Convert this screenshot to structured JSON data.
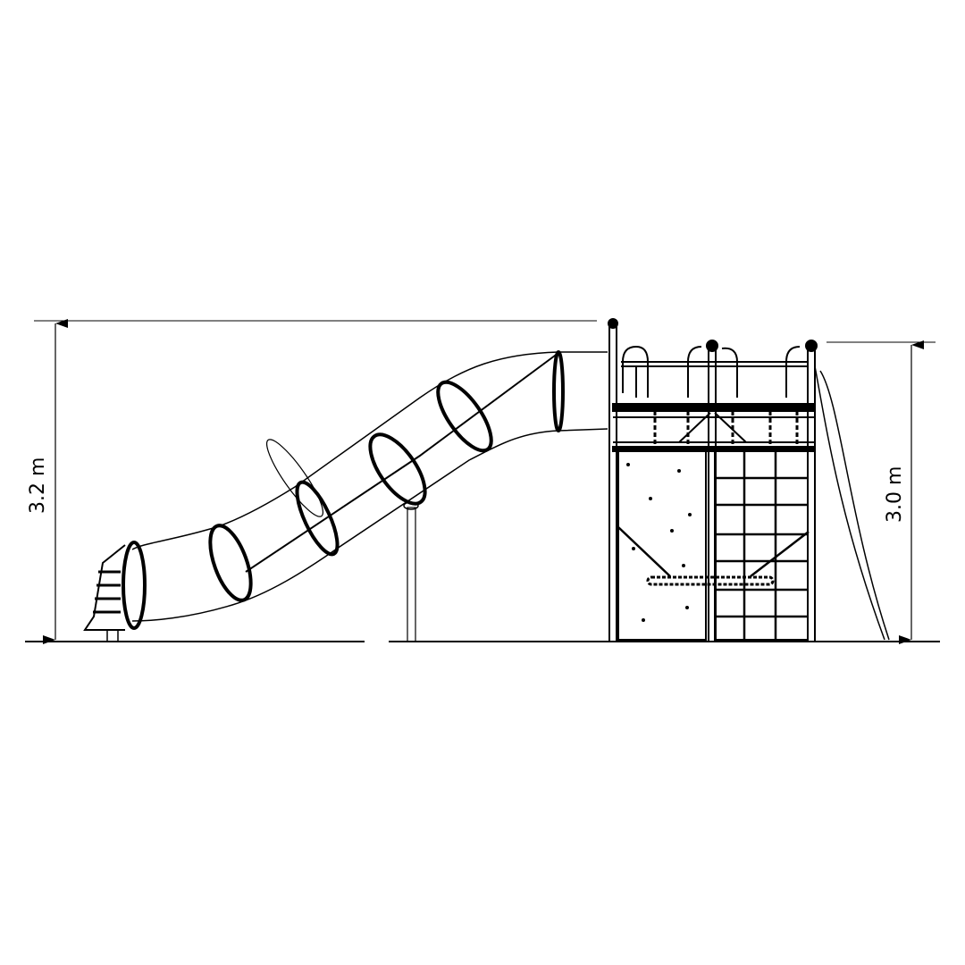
{
  "drawing": {
    "left_dimension": {
      "label": "3.2 m",
      "value_m": 3.2
    },
    "right_dimension": {
      "label": "3.0 m",
      "value_m": 3.0
    }
  },
  "colors": {
    "line": "#000000",
    "background": "#ffffff"
  }
}
